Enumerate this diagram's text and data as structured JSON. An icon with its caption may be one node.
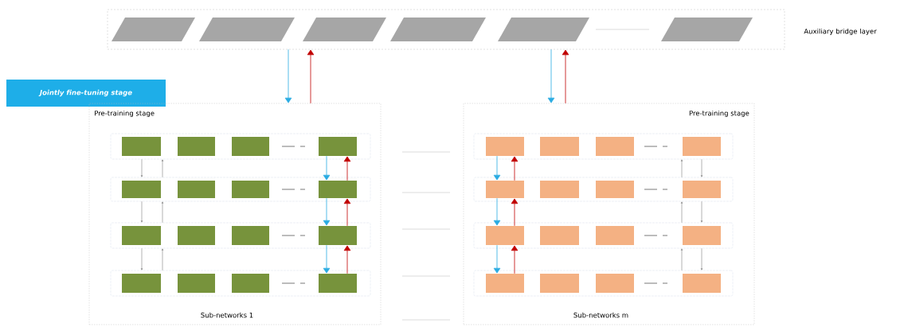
{
  "diagram": {
    "nodes": [
      {
        "text": [
          "Auxiliary bridge layer"
        ]
      },
      {
        "text": [],
        "shape": "parallelogram",
        "in": 0
      },
      {
        "text": [],
        "shape": "parallelogram",
        "in": 0
      },
      {
        "text": [],
        "shape": "parallelogram",
        "in": 0
      },
      {
        "text": [],
        "shape": "parallelogram",
        "in": 0
      },
      {
        "text": [],
        "shape": "parallelogram",
        "in": 0
      },
      {
        "text": [],
        "shape": "parallelogram",
        "in": 0
      },
      {
        "text": [
          "Jointly fine-tuning stage"
        ]
      },
      {
        "text": [
          "Pre-training stage",
          "Sub-networks 1"
        ]
      },
      {
        "text": [],
        "shape": "box",
        "in": 8
      },
      {
        "text": [],
        "shape": "box",
        "in": 9
      },
      {
        "text": [],
        "shape": "box",
        "in": 9
      },
      {
        "text": [],
        "shape": "box",
        "in": 9
      },
      {
        "text": [],
        "shape": "box",
        "in": 9
      },
      {
        "text": [],
        "shape": "box",
        "in": 8
      },
      {
        "text": [],
        "shape": "box",
        "in": 14
      },
      {
        "text": [],
        "shape": "box",
        "in": 14
      },
      {
        "text": [],
        "shape": "box",
        "in": 14
      },
      {
        "text": [],
        "shape": "box",
        "in": 14
      },
      {
        "text": [],
        "shape": "box",
        "in": 8
      },
      {
        "text": [],
        "shape": "box",
        "in": 19
      },
      {
        "text": [],
        "shape": "box",
        "in": 19
      },
      {
        "text": [],
        "shape": "box",
        "in": 19
      },
      {
        "text": [],
        "shape": "box",
        "in": 19
      },
      {
        "text": [],
        "shape": "box",
        "in": 8
      },
      {
        "text": [],
        "shape": "box",
        "in": 24
      },
      {
        "text": [],
        "shape": "box",
        "in": 24
      },
      {
        "text": [],
        "shape": "box",
        "in": 24
      },
      {
        "text": [],
        "shape": "box",
        "in": 24
      },
      {
        "text": [
          "Pre-training stage",
          "Sub-networks m"
        ]
      },
      {
        "text": [],
        "shape": "box",
        "in": 29
      },
      {
        "text": [],
        "shape": "box",
        "in": 30
      },
      {
        "text": [],
        "shape": "box",
        "in": 30
      },
      {
        "text": [],
        "shape": "box",
        "in": 30
      },
      {
        "text": [],
        "shape": "box",
        "in": 30
      },
      {
        "text": [],
        "shape": "box",
        "in": 29
      },
      {
        "text": [],
        "shape": "box",
        "in": 35
      },
      {
        "text": [],
        "shape": "box",
        "in": 35
      },
      {
        "text": [],
        "shape": "box",
        "in": 35
      },
      {
        "text": [],
        "shape": "box",
        "in": 35
      },
      {
        "text": [],
        "shape": "box",
        "in": 29
      },
      {
        "text": [],
        "shape": "box",
        "in": 40
      },
      {
        "text": [],
        "shape": "box",
        "in": 40
      },
      {
        "text": [],
        "shape": "box",
        "in": 40
      },
      {
        "text": [],
        "shape": "box",
        "in": 40
      },
      {
        "text": [],
        "shape": "box",
        "in": 29
      },
      {
        "text": [],
        "shape": "box",
        "in": 45
      },
      {
        "text": [],
        "shape": "box",
        "in": 45
      },
      {
        "text": [],
        "shape": "box",
        "in": 45
      },
      {
        "text": [],
        "shape": "box",
        "in": 45
      }
    ],
    "edges": [
      {
        "from": 0,
        "to": 8,
        "arrow": "to",
        "color": "#29abe2"
      },
      {
        "from": 8,
        "to": 0,
        "arrow": "to",
        "color": "#c00000"
      },
      {
        "from": 0,
        "to": 29,
        "arrow": "to",
        "color": "#29abe2"
      },
      {
        "from": 29,
        "to": 0,
        "arrow": "to",
        "color": "#c00000"
      },
      {
        "from": 9,
        "to": 14,
        "arrow": "to"
      },
      {
        "from": 14,
        "to": 9,
        "arrow": "to"
      },
      {
        "from": 13,
        "to": 18,
        "arrow": "to",
        "color": "#29abe2"
      },
      {
        "from": 18,
        "to": 13,
        "arrow": "to",
        "color": "#c00000"
      },
      {
        "from": 14,
        "to": 19,
        "arrow": "to"
      },
      {
        "from": 19,
        "to": 14,
        "arrow": "to"
      },
      {
        "from": 18,
        "to": 23,
        "arrow": "to",
        "color": "#29abe2"
      },
      {
        "from": 23,
        "to": 18,
        "arrow": "to",
        "color": "#c00000"
      },
      {
        "from": 19,
        "to": 24,
        "arrow": "to"
      },
      {
        "from": 24,
        "to": 19,
        "arrow": "to"
      },
      {
        "from": 23,
        "to": 28,
        "arrow": "to",
        "color": "#29abe2"
      },
      {
        "from": 28,
        "to": 23,
        "arrow": "to",
        "color": "#c00000"
      },
      {
        "from": 35,
        "to": 30,
        "arrow": "to"
      },
      {
        "from": 30,
        "to": 35,
        "arrow": "to"
      },
      {
        "from": 31,
        "to": 36,
        "arrow": "to",
        "color": "#29abe2"
      },
      {
        "from": 36,
        "to": 31,
        "arrow": "to",
        "color": "#c00000"
      },
      {
        "from": 40,
        "to": 35,
        "arrow": "to"
      },
      {
        "from": 35,
        "to": 40,
        "arrow": "to"
      },
      {
        "from": 36,
        "to": 41,
        "arrow": "to",
        "color": "#29abe2"
      },
      {
        "from": 41,
        "to": 36,
        "arrow": "to",
        "color": "#c00000"
      },
      {
        "from": 45,
        "to": 40,
        "arrow": "to"
      },
      {
        "from": 40,
        "to": 45,
        "arrow": "to"
      },
      {
        "from": 41,
        "to": 46,
        "arrow": "to",
        "color": "#29abe2"
      },
      {
        "from": 46,
        "to": 41,
        "arrow": "to",
        "color": "#c00000"
      }
    ]
  }
}
